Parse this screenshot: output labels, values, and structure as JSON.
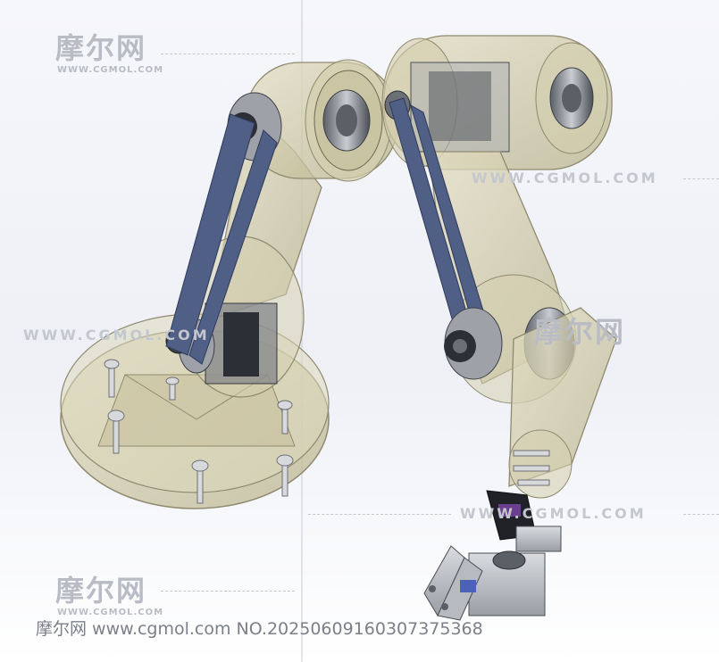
{
  "watermark": {
    "logo_text": "摩尔网",
    "logo_sub": "WWW.CGMOL.COM",
    "url_text_right": "WWW.CGMOL.COM",
    "url_text_left": "WWW.CGMOL.COM",
    "url_text_bottom": "WWW.CGMOL.COM"
  },
  "footer": {
    "caption": "摩尔网 www.cgmol.com NO.20250609160307375368"
  },
  "colors": {
    "shell": "#cfc9a6",
    "shell_stroke": "#8f8a6f",
    "belt": "#4f5f86",
    "metal": "#8a8f96",
    "dark": "#2c2f35",
    "servo": "#202227"
  }
}
